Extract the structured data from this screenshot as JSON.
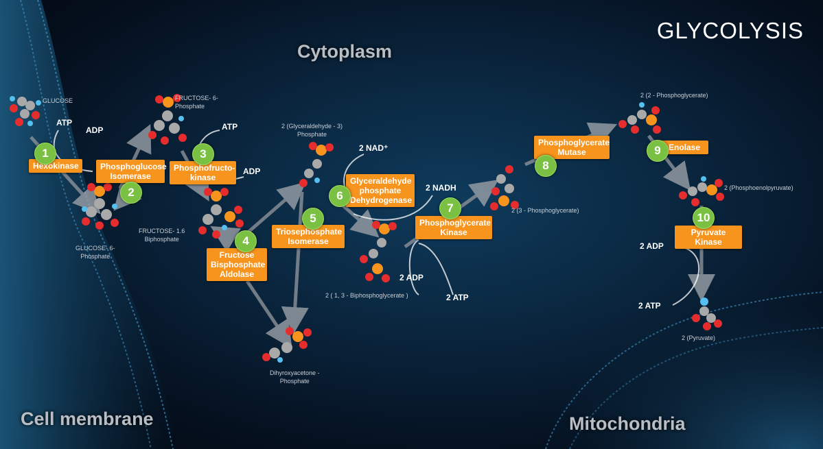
{
  "title": "GLYCOLYSIS",
  "regions": {
    "cytoplasm": "Cytoplasm",
    "cell_membrane": "Cell membrane",
    "mitochondria": "Mitochondria"
  },
  "metabolites": {
    "glucose": "GLUCOSE",
    "glucose_6_phosphate": "GLUCOSE- 6-\nPhosphate",
    "fructose_6_phosphate": "FRUCTOSE- 6-\nPhosphate",
    "fructose_16_biphosphate": "FRUCTOSE- 1.6\nBiphosphate",
    "dihydroxyacetone_phosphate": "Dihyroxyacetone -\nPhosphate",
    "glyceraldehyde_3": "2 (Glyceraldehyde - 3)\nPhosphate",
    "biphosphoglycerate": "2 ( 1, 3 - Biphosphoglycerate )",
    "phosphoglycerate_3": "2 (3 - Phosphoglycerate)",
    "phosphoglycerate_2": "2 (2 - Phosphoglycerate)",
    "phosphoenolpyruvate": "2 (Phosphoenolpyruvate)",
    "pyruvate": "2 (Pyruvate)"
  },
  "cofactors": {
    "atp_1": "ATP",
    "adp_1": "ADP",
    "atp_3": "ATP",
    "adp_3": "ADP",
    "nad": "2 NAD⁺",
    "nadh": "2 NADH",
    "adp_7": "2 ADP",
    "atp_7": "2 ATP",
    "adp_10": "2 ADP",
    "atp_10": "2 ATP"
  },
  "steps": [
    {
      "number": "1",
      "enzyme": "Hexokinase"
    },
    {
      "number": "2",
      "enzyme": "Phosphoglucose\nIsomerase"
    },
    {
      "number": "3",
      "enzyme": "Phosphofructo-\nkinase"
    },
    {
      "number": "4",
      "enzyme": "Fructose\nBisphosphate\nAldolase"
    },
    {
      "number": "5",
      "enzyme": "Triosephosphate\nIsomerase"
    },
    {
      "number": "6",
      "enzyme": "Glyceraldehyde\nphosphate\nDehydrogenase"
    },
    {
      "number": "7",
      "enzyme": "Phosphoglycerate\nKinase"
    },
    {
      "number": "8",
      "enzyme": "Phosphoglycerate\nMutase"
    },
    {
      "number": "9",
      "enzyme": "Enolase"
    },
    {
      "number": "10",
      "enzyme": "Pyruvate Kinase"
    }
  ],
  "colors": {
    "enzyme_box": "#f7941d",
    "step_circle": "#7ac143",
    "arrow": "#8c9299",
    "background": "#0a2740"
  }
}
